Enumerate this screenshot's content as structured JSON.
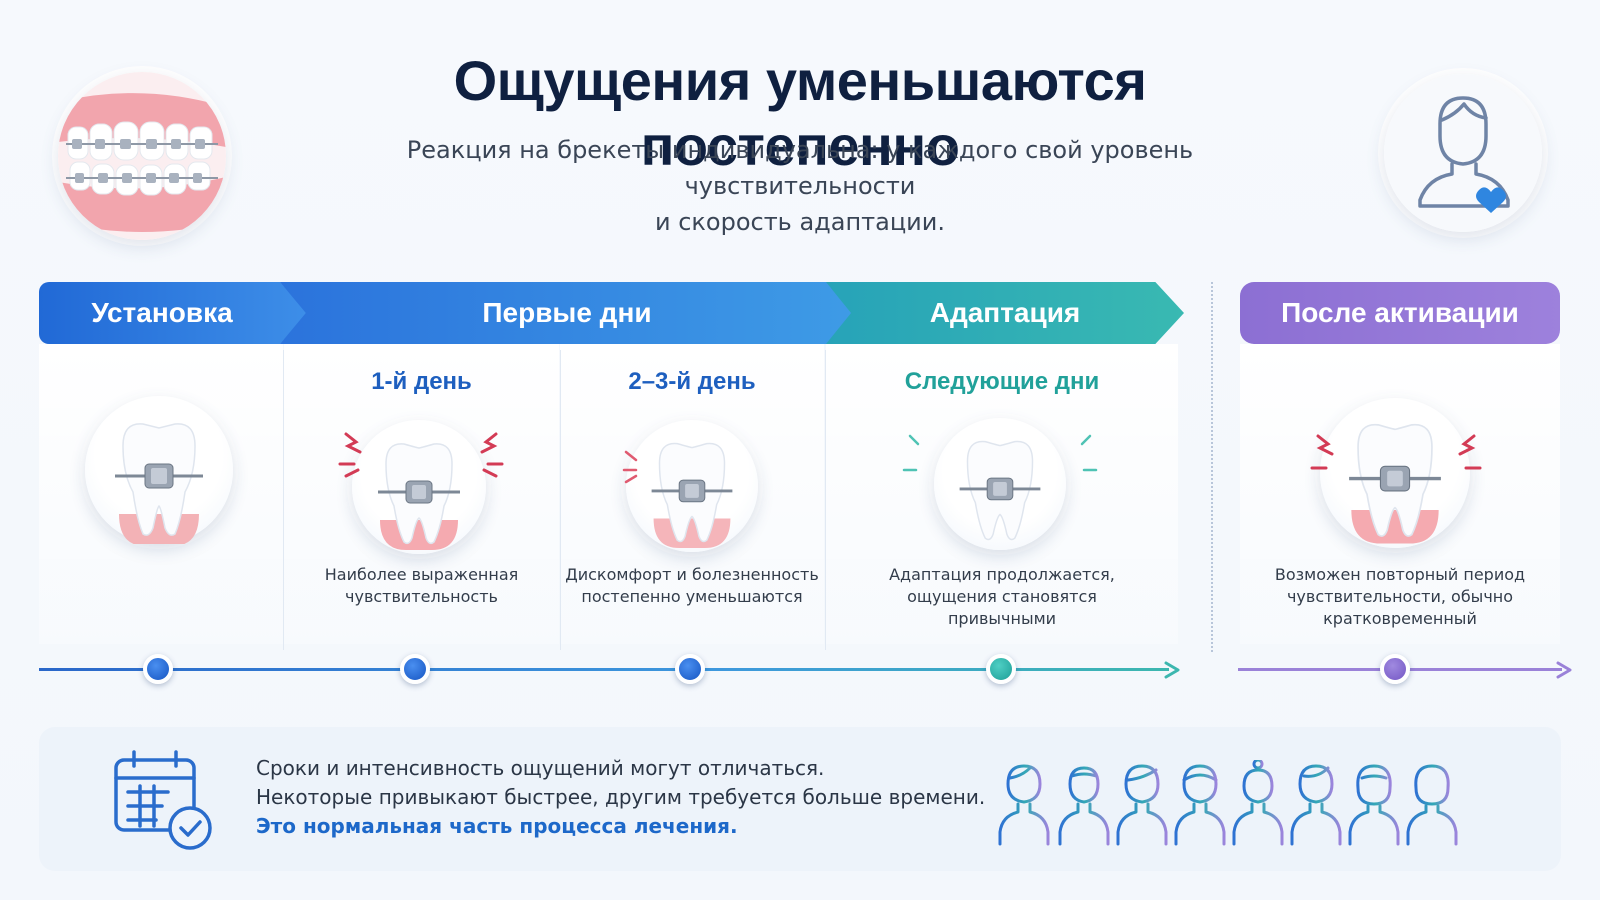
{
  "header": {
    "title": "Ощущения уменьшаются постепенно",
    "subtitle_line1": "Реакция на брекеты индивидуальна: у каждого свой уровень чувствительности",
    "subtitle_line2": "и скорость адаптации."
  },
  "stages": [
    {
      "label": "Установка",
      "color": "#2169d6"
    },
    {
      "label": "Первые дни",
      "color": "#2b73dc"
    },
    {
      "label": "Адаптация",
      "color": "#27a3b8"
    },
    {
      "label": "После активации",
      "color": "#8c6fd3"
    }
  ],
  "columns": [
    {
      "heading": "",
      "desc_lines": [],
      "icon": "tooth-brace-icon"
    },
    {
      "heading": "1-й день",
      "desc_lines": [
        "Наиболее выраженная",
        "чувствительность"
      ],
      "icon": "tooth-pain-icon",
      "heading_color": "#1e5fbf"
    },
    {
      "heading": "2–3-й день",
      "desc_lines": [
        "Дискомфорт и болезненность",
        "постепенно уменьшаются"
      ],
      "icon": "tooth-mild-pain-icon",
      "heading_color": "#1e5fbf"
    },
    {
      "heading": "Следующие дни",
      "desc_lines": [
        "Адаптация продолжается,",
        "ощущения становятся",
        "привычными"
      ],
      "icon": "tooth-calm-icon",
      "heading_color": "#21a19a"
    },
    {
      "heading": "",
      "desc_lines": [
        "Возможен повторный период",
        "чувствительности, обычно",
        "кратковременный"
      ],
      "icon": "tooth-pain-icon"
    }
  ],
  "note": {
    "line1": "Сроки и интенсивность ощущений могут отличаться.",
    "line2": "Некоторые привыкают быстрее, другим требуется больше времени.",
    "line3": "Это нормальная часть процесса лечения."
  },
  "colors": {
    "blue": "#1f5fc4",
    "teal": "#21a7a0",
    "purple": "#8a6bd0",
    "heart": "#2f86e0"
  }
}
